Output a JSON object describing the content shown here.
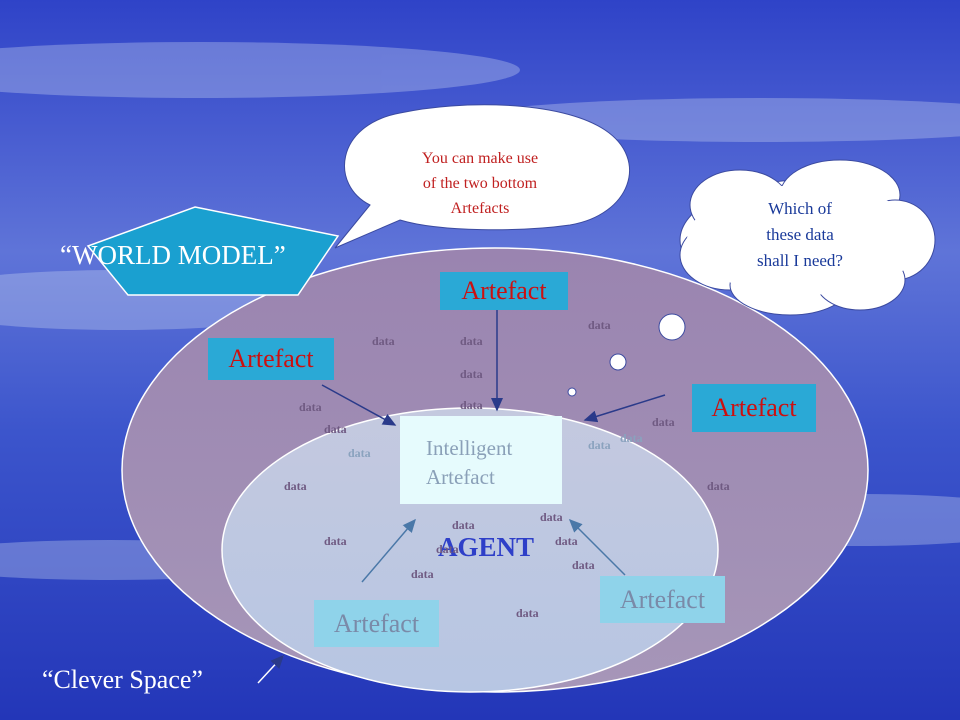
{
  "speech_bubble": {
    "text_lines": [
      "You can make use",
      "of the two bottom",
      "Artefacts"
    ]
  },
  "thought_bubble": {
    "text_lines": [
      "Which of",
      "these data",
      "shall I need?"
    ]
  },
  "world_model_label": "“WORLD MODEL”",
  "clever_space_label": "“Clever Space”",
  "agent_label": "AGENT",
  "intelligent_artefact": {
    "lines": [
      "Intelligent",
      "Artefact"
    ]
  },
  "artefacts": {
    "top": "Artefact",
    "left": "Artefact",
    "right": "Artefact",
    "bottom_left": "Artefact",
    "bottom_right": "Artefact"
  },
  "data_word": "data",
  "colors": {
    "artefact_outer_bg": "#2aa9d6",
    "artefact_outer_text": "#cc1010",
    "artefact_inner_bg": "#8fd3ea",
    "artefact_inner_text": "#7a8aa8",
    "agent_text": "#2e3fc8",
    "speech_text": "#c02020",
    "thought_text": "#1a3a9a"
  }
}
